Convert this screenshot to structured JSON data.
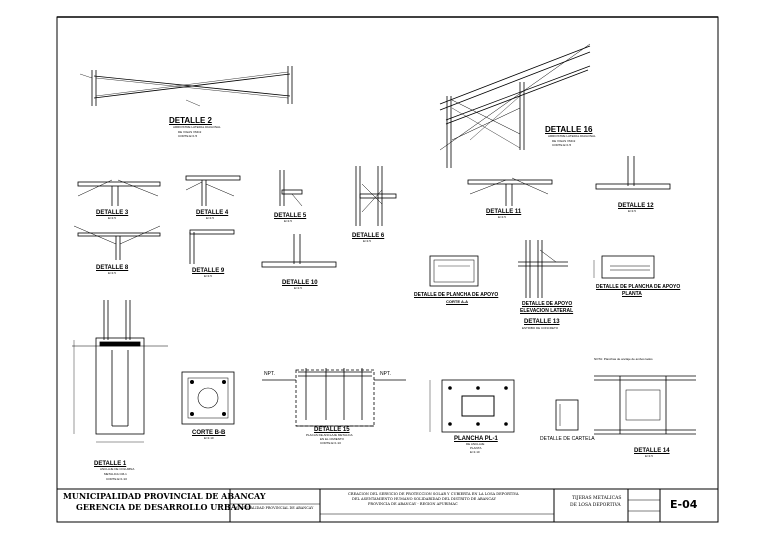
{
  "details": {
    "d2": {
      "title": "DETALLE 2",
      "sub1": "ARRIOSTRE LATERAL DIAGONAL",
      "sub2": "DE VIGAS VMC2",
      "sub3": "CORTE E=1:5"
    },
    "d16": {
      "title": "DETALLE 16",
      "sub1": "ARRIOSTRE LATERAL DIAGONAL",
      "sub2": "DE VIGAS VMC2",
      "sub3": "CORTE E=1:5"
    },
    "d3": {
      "title": "DETALLE 3",
      "scale": "E=1:5"
    },
    "d4": {
      "title": "DETALLE 4",
      "scale": "E=1:5"
    },
    "d5": {
      "title": "DETALLE 5",
      "scale": "E=1:5"
    },
    "d6": {
      "title": "DETALLE 6",
      "scale": "E=1:5"
    },
    "d11": {
      "title": "DETALLE 11",
      "scale": "E=1:5"
    },
    "d12": {
      "title": "DETALLE 12",
      "scale": "E=1:5"
    },
    "d8": {
      "title": "DETALLE 8",
      "scale": "E=1:5"
    },
    "d9": {
      "title": "DETALLE 9",
      "scale": "E=1:5"
    },
    "d10": {
      "title": "DETALLE 10",
      "scale": "E=1:5"
    },
    "plancha_apoyo": {
      "title": "DETALLE DE PLANCHA DE APOYO",
      "sub": "CORTE A-A"
    },
    "apoyo_elev": {
      "title": "DETALLE DE APOYO",
      "sub": "ELEVACION LATERAL"
    },
    "d13": {
      "title": "DETALLE 13",
      "sub": "ESTRIBO DE CONCRETO"
    },
    "plancha_planta": {
      "title": "DETALLE DE PLANCHA DE APOYO",
      "sub": "PLANTA"
    },
    "d1": {
      "title": "DETALLE 1",
      "sub1": "ANCLAJE DE COLUMNA",
      "sub2": "METALICA CM-1",
      "sub3": "CORTE E=1:10"
    },
    "corte_bb": {
      "title": "CORTE B-B",
      "scale": "E=1:10"
    },
    "d15": {
      "title": "DETALLE 15",
      "sub1": "PLACAS DE ANCLAJE METALICA",
      "sub2": "EN EL CIMIENTO",
      "sub3": "CORTE E=1:10"
    },
    "pl1": {
      "title": "PLANCHA PL-1",
      "sub1": "DE ANCLAJE",
      "sub2": "PLANTA",
      "sub3": "E=1:10"
    },
    "cartela": {
      "title": "DETALLE DE CARTELA"
    },
    "d14": {
      "title": "DETALLE 14",
      "scale": "E=1:5"
    },
    "npt_left": "NPT.",
    "npt_right": "NPT.",
    "nota": "NOTA: Planchas de anclaje de ambos lados"
  },
  "title_block": {
    "entity_line1": "MUNICIPALIDAD PROVINCIAL DE ABANCAY",
    "entity_line2": "GERENCIA DE DESARROLLO URBANO",
    "owner": "MUNICIPALIDAD PROVINCIAL DE ABANCAY",
    "project_line1": "CREACION DEL SERVICIO DE PROTECCION SOLAR Y CUBIERTA EN LA LOSA DEPORTIVA",
    "project_line2": "DEL ASENTAMIENTO HUMANO SOLIDARIDAD DEL DISTRITO DE ABANCAY",
    "project_line3": "PROVINCIA DE ABANCAY - REGION APURIMAC",
    "sheet_title_line1": "TIJERAS METALICAS",
    "sheet_title_line2": "DE LOSA DEPORTIVA",
    "sheet_code": "E-04"
  },
  "colors": {
    "line": "#000000",
    "background": "#ffffff"
  }
}
